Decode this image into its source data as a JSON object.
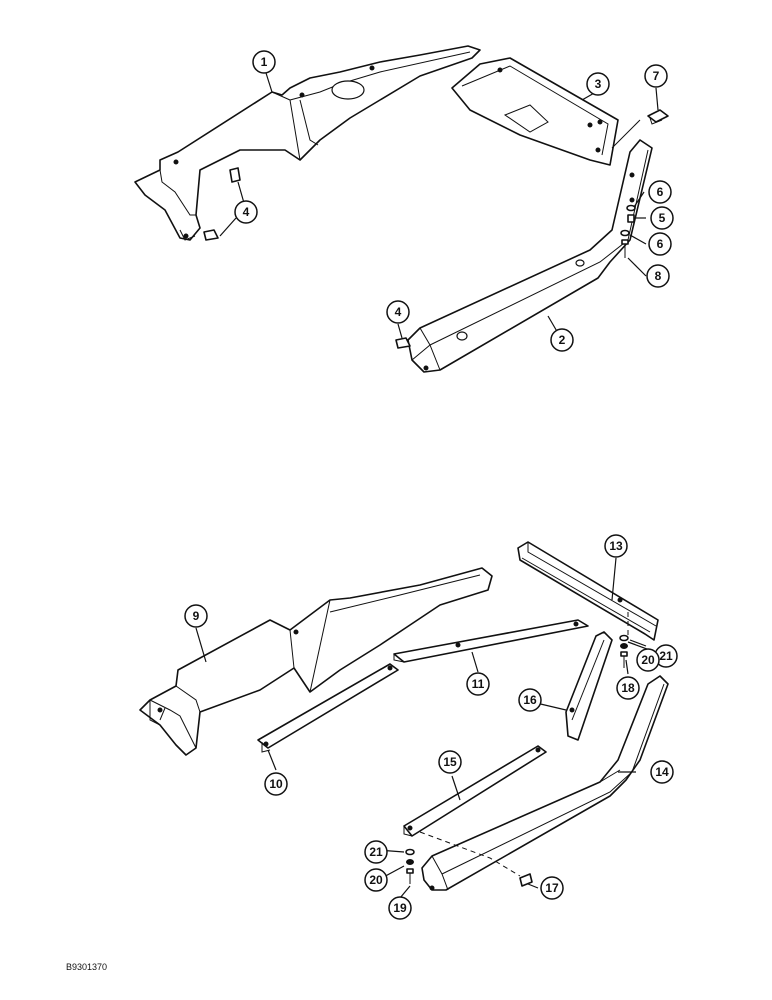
{
  "callouts": {
    "c1": "1",
    "c2": "2",
    "c3": "3",
    "c4a": "4",
    "c4b": "4",
    "c5": "5",
    "c6a": "6",
    "c6b": "6",
    "c7": "7",
    "c8": "8",
    "c9": "9",
    "c10": "10",
    "c11": "11",
    "c13": "13",
    "c14": "14",
    "c15": "15",
    "c16": "16",
    "c17": "17",
    "c18": "18",
    "c19": "19",
    "c20a": "20",
    "c20b": "20",
    "c21a": "21",
    "c21b": "21"
  },
  "figure_code": "B9301370"
}
